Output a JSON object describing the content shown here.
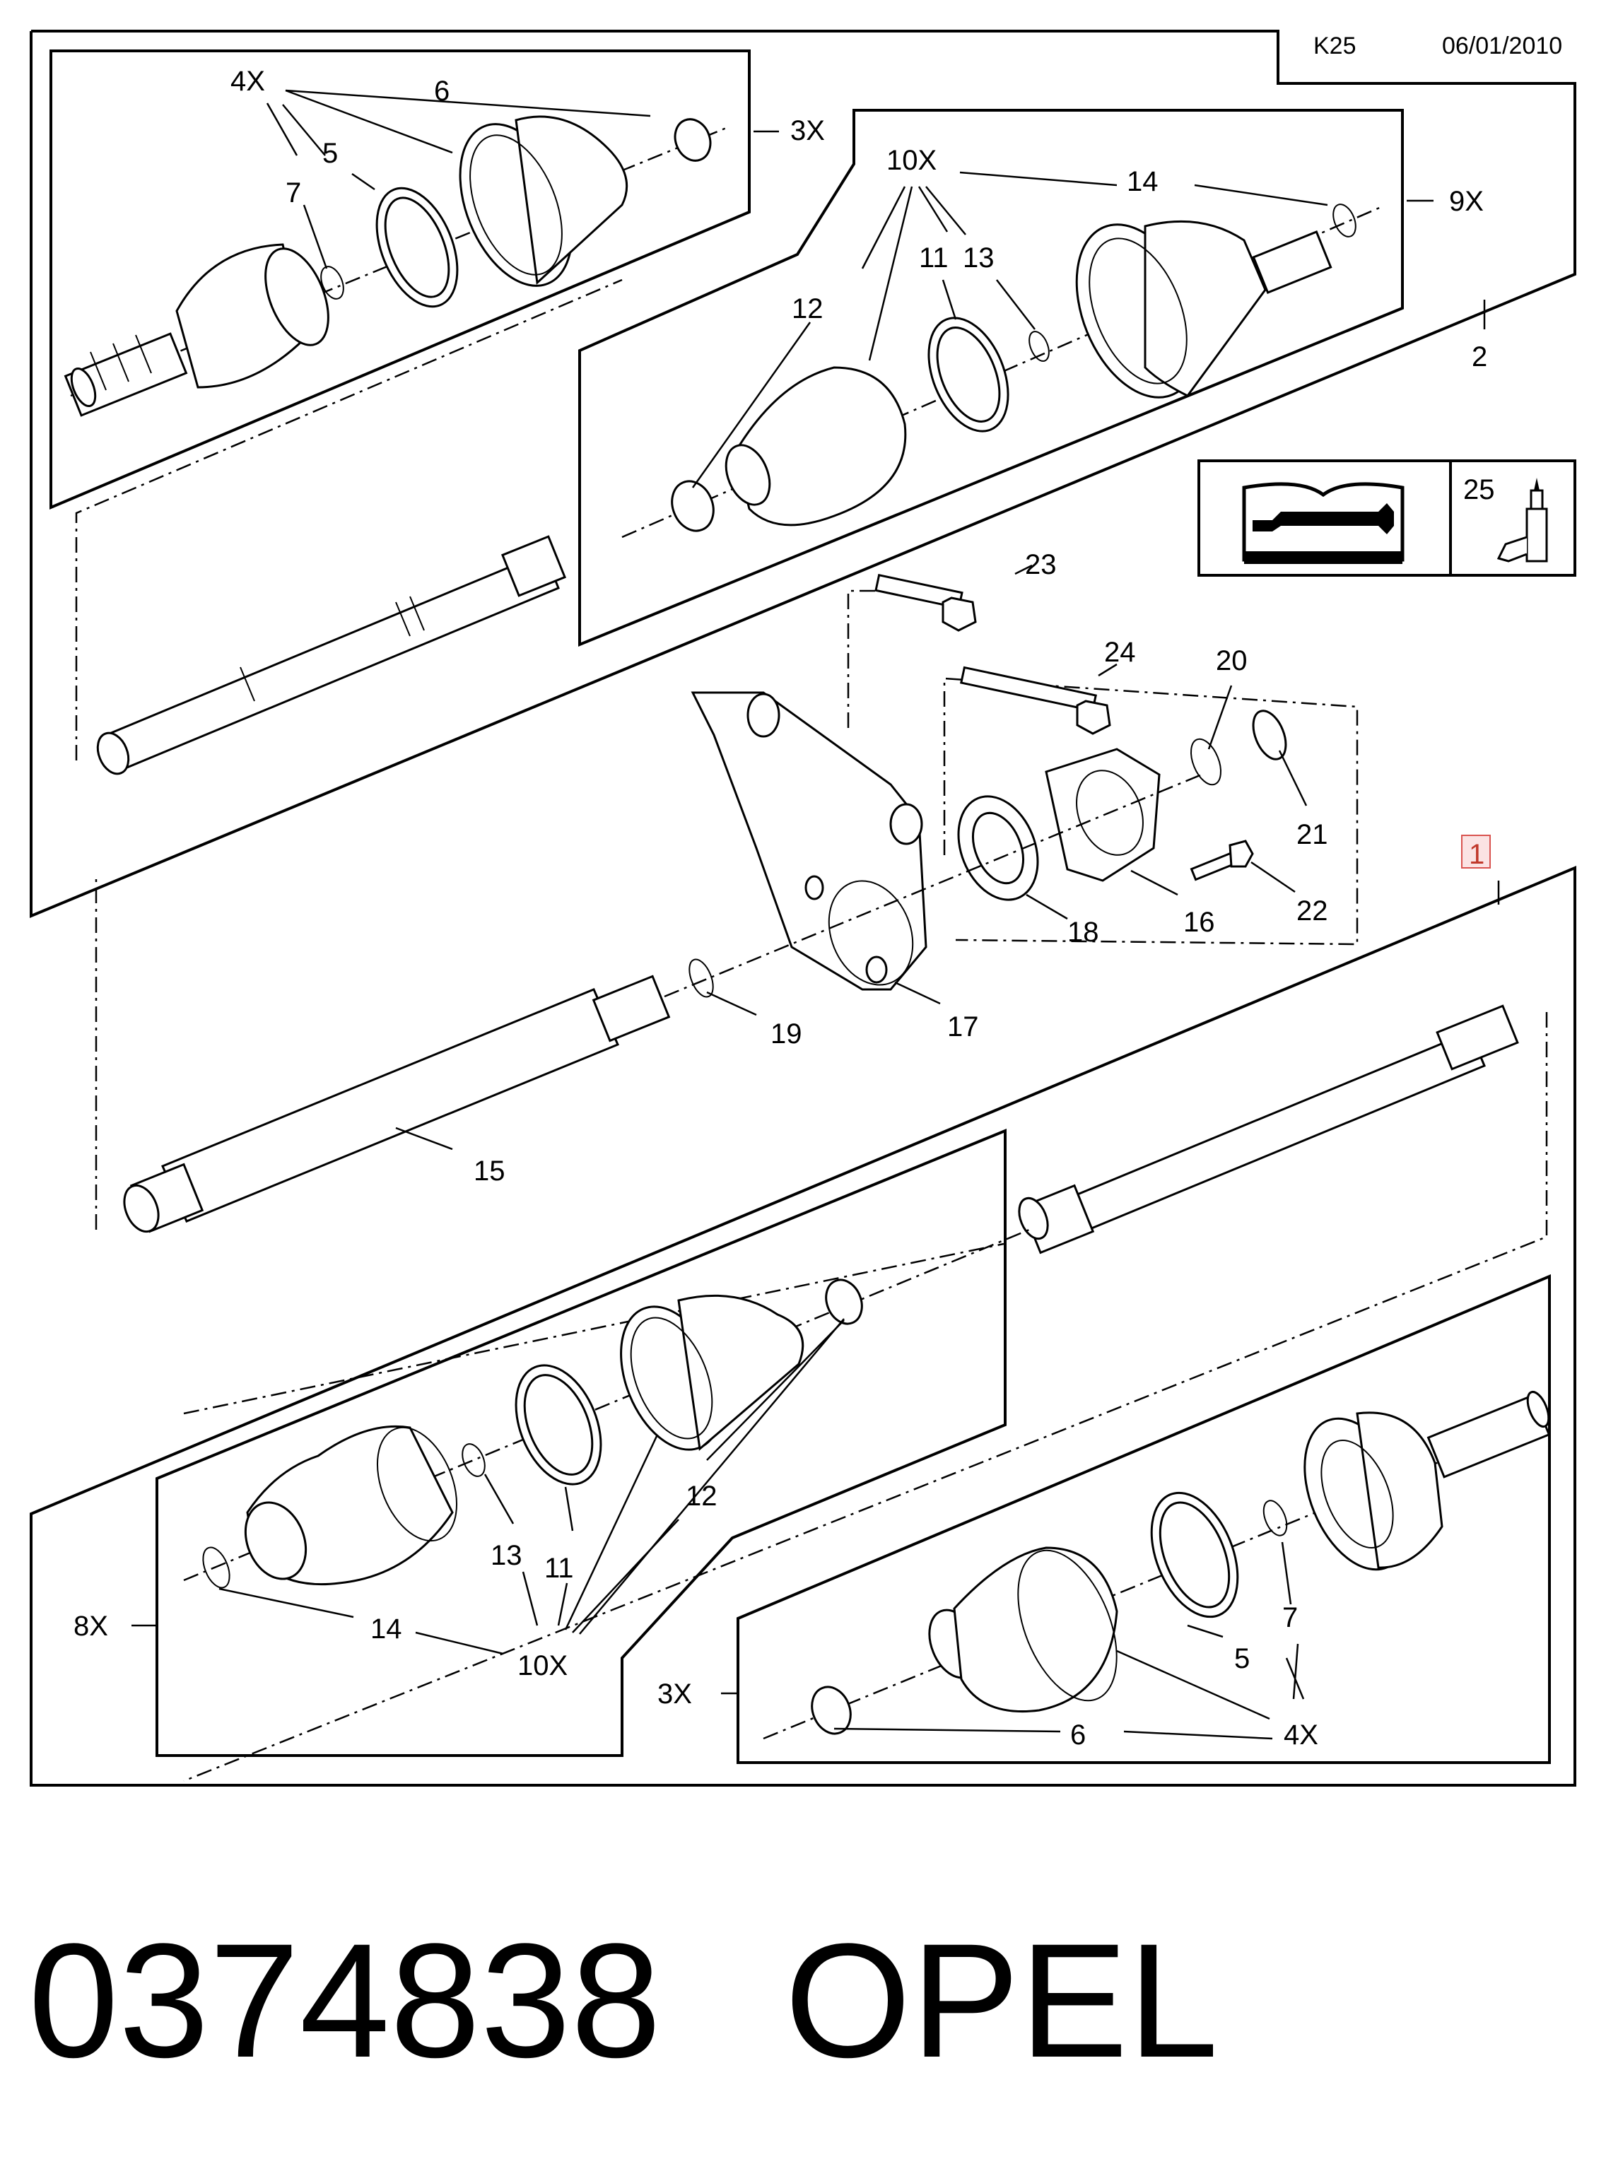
{
  "header": {
    "code": "K25",
    "date": "06/01/2010"
  },
  "footer": {
    "part_number": "0374838",
    "brand": "OPEL"
  },
  "icons": {
    "manual": "service-manual-wrench-icon",
    "grease": "grease-tube-icon"
  },
  "labels": {
    "upper_4x": "4X",
    "upper_6": "6",
    "upper_5": "5",
    "upper_7": "7",
    "upper_3x": "3X",
    "upper_10x": "10X",
    "upper_14": "14",
    "upper_9x": "9X",
    "upper_11": "11",
    "upper_13": "13",
    "upper_12": "12",
    "upper_2": "2",
    "ref_25": "25",
    "ref_23": "23",
    "ref_24": "24",
    "ref_20": "20",
    "ref_21": "21",
    "ref_22": "22",
    "ref_16": "16",
    "ref_18": "18",
    "ref_17": "17",
    "ref_19": "19",
    "ref_15": "15",
    "ref_1": "1",
    "lower_12": "12",
    "lower_13": "13",
    "lower_11": "11",
    "lower_8x": "8X",
    "lower_14": "14",
    "lower_10x": "10X",
    "lower_7": "7",
    "lower_5": "5",
    "lower_3x": "3X",
    "lower_6": "6",
    "lower_4x": "4X"
  }
}
